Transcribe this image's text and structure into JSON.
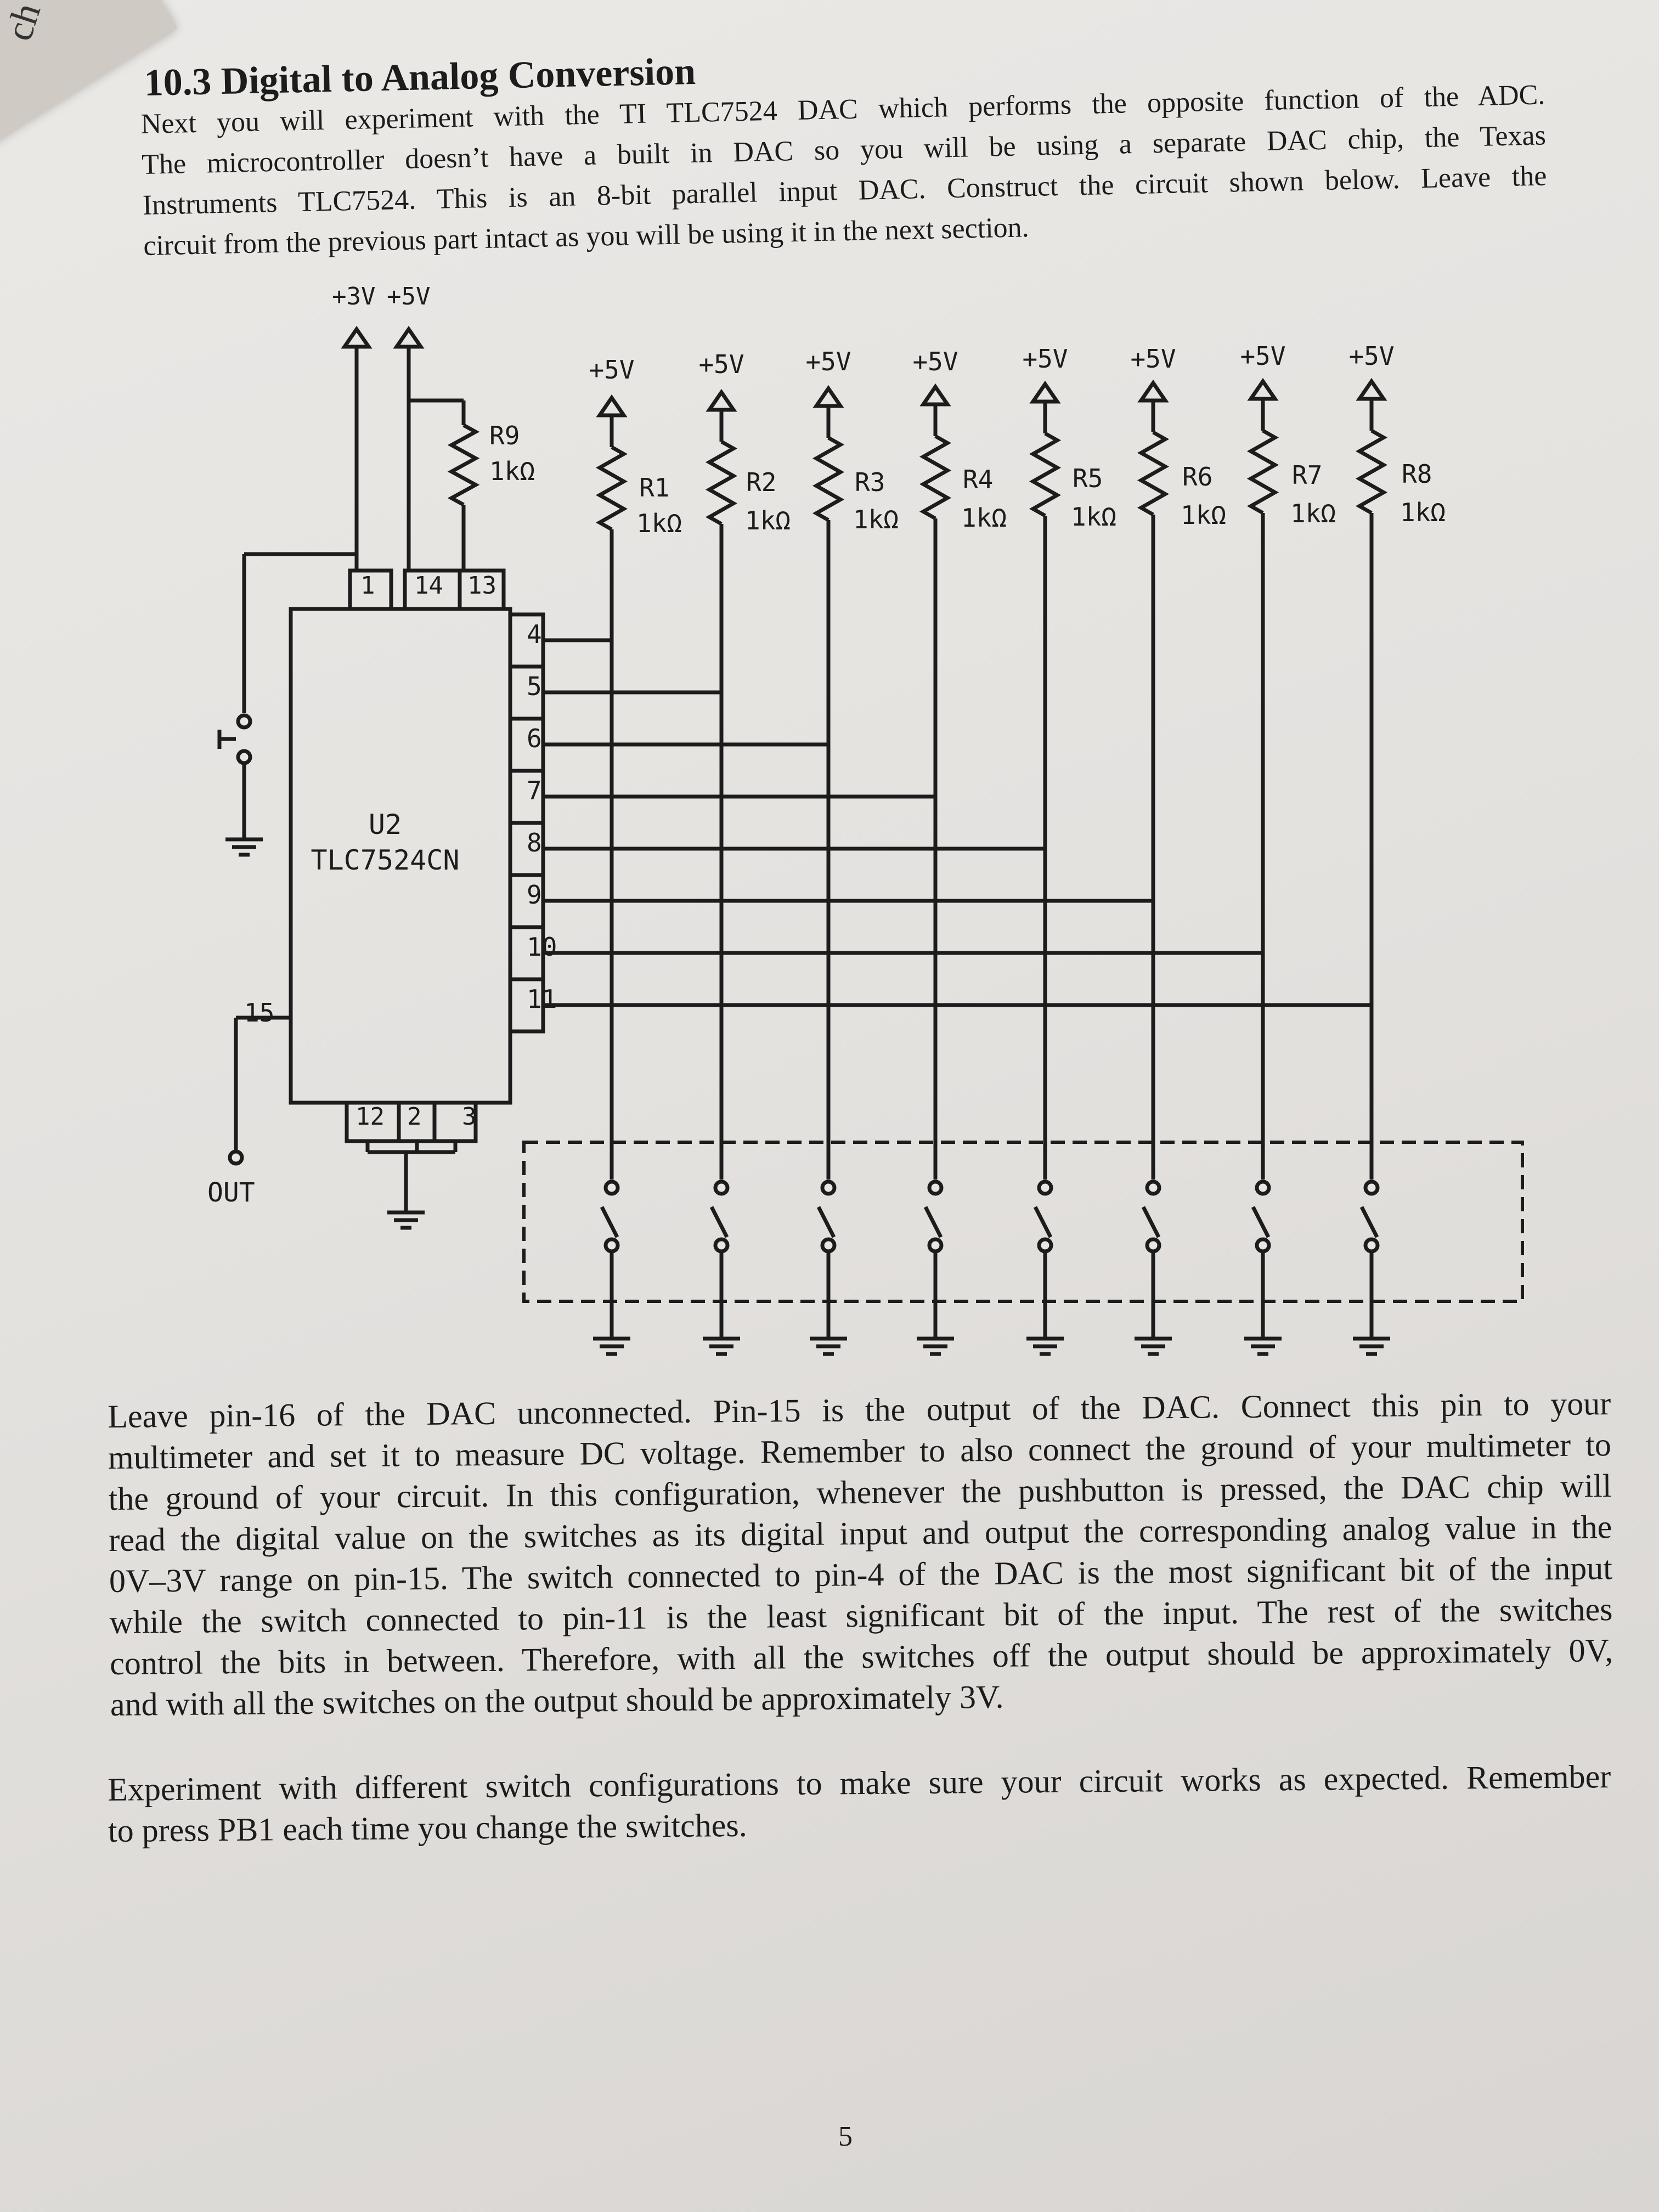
{
  "corner_tab": {
    "text": "ch"
  },
  "section": {
    "title": "10.3 Digital to Analog Conversion",
    "intro_lines": [
      "Next you will experiment with the TI TLC7524 DAC which performs the opposite function of the ADC.",
      "The microcontroller doesn’t have a built in DAC so you will be using a separate DAC chip, the Texas",
      "Instruments TLC7524. This is an 8-bit parallel input DAC. Construct the circuit shown below. Leave the",
      "circuit from the previous part intact as you will be using it in the next section."
    ]
  },
  "schematic": {
    "supply_top_labels": [
      "+3V",
      "+5V"
    ],
    "r9": {
      "name": "R9",
      "value": "1kΩ"
    },
    "chip": {
      "ref": "U2",
      "part": "TLC7524CN"
    },
    "top_pins": [
      "1",
      "14",
      "13"
    ],
    "right_pins": [
      "4",
      "5",
      "6",
      "7",
      "8",
      "9",
      "10",
      "11"
    ],
    "bottom_pins": [
      "12",
      "2",
      "3"
    ],
    "output_pin": "15",
    "output_label": "OUT",
    "pullup_supply": "+5V",
    "pullups": [
      {
        "name": "R1",
        "value": "1kΩ"
      },
      {
        "name": "R2",
        "value": "1kΩ"
      },
      {
        "name": "R3",
        "value": "1kΩ"
      },
      {
        "name": "R4",
        "value": "1kΩ"
      },
      {
        "name": "R5",
        "value": "1kΩ"
      },
      {
        "name": "R6",
        "value": "1kΩ"
      },
      {
        "name": "R7",
        "value": "1kΩ"
      },
      {
        "name": "R8",
        "value": "1kΩ"
      }
    ]
  },
  "paragraph1_lines": [
    "Leave pin-16 of the DAC unconnected. Pin-15 is the output of the DAC. Connect this pin to your",
    "multimeter and set it to measure DC voltage. Remember to also connect the ground of your multimeter to",
    "the ground of your circuit. In this configuration, whenever the pushbutton is pressed, the DAC chip will",
    "read the digital value on the switches as its digital input and output the corresponding analog value in the",
    "0V–3V range on pin-15. The switch connected to pin-4 of the DAC is the most significant bit of the input",
    "while the switch connected to pin-11 is the least significant bit of the input. The rest of the switches",
    "control the bits in between. Therefore, with all the switches off the output should be approximately 0V,",
    "and with all the switches on the output should be approximately 3V."
  ],
  "paragraph2_lines": [
    "Experiment with different switch configurations to make sure your circuit works as expected. Remember",
    "to press PB1 each time you change the switches."
  ],
  "page_number": "5"
}
